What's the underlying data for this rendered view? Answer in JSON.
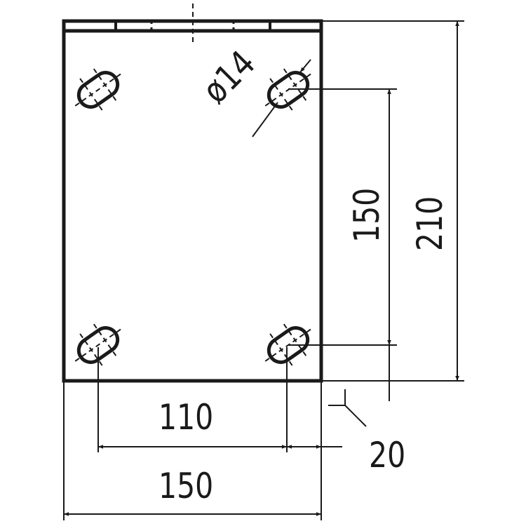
{
  "drawing": {
    "hole_diameter": "ø14",
    "dim_hole_spacing_horizontal": "110",
    "dim_width": "150",
    "dim_edge_offset": "20",
    "dim_hole_spacing_vertical": "150",
    "dim_height": "210"
  },
  "colors": {
    "line": "#1a1a1a",
    "background": "#ffffff"
  }
}
